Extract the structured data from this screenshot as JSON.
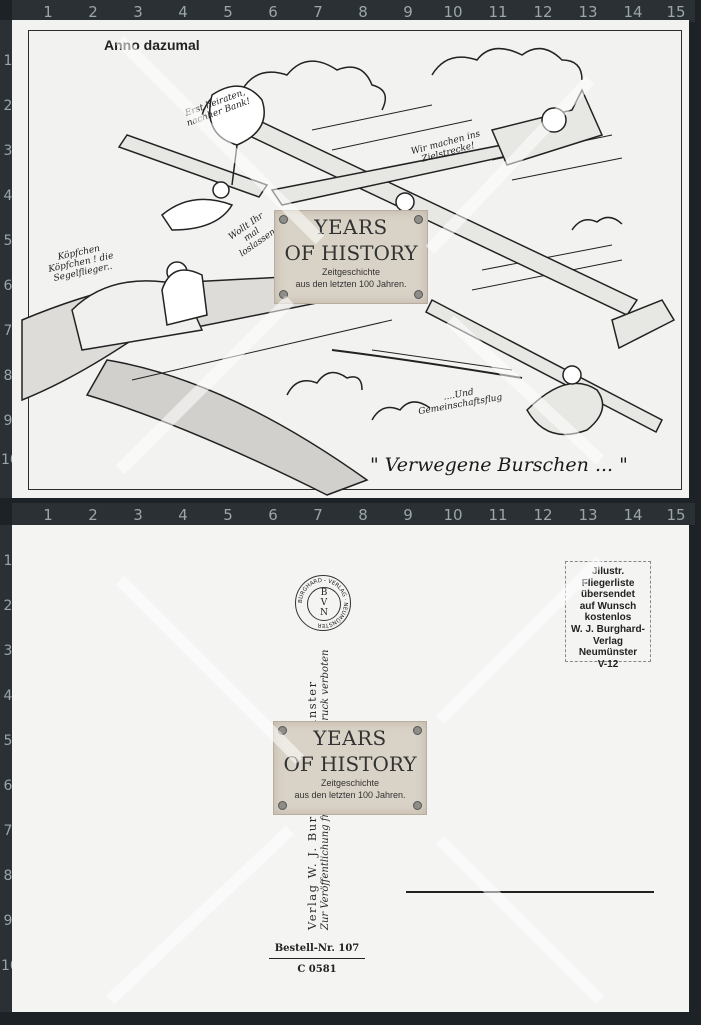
{
  "ruler": {
    "top_numbers": [
      "1",
      "2",
      "3",
      "4",
      "5",
      "6",
      "7",
      "8",
      "9",
      "10",
      "11",
      "12",
      "13",
      "14",
      "15"
    ],
    "side_numbers": [
      "1",
      "2",
      "3",
      "4",
      "5",
      "6",
      "7",
      "8",
      "9",
      "10"
    ]
  },
  "front": {
    "header": "Anno dazumal",
    "caption": "\" Verwegene Burschen ... \"",
    "bubbles": {
      "balloon": "Erst heiraten, nachher Bank!",
      "wir_machen": "Wir machen ins Zielstrecke!",
      "koepfchen": "Köpfchen Köpfchen ! die Segelflieger..",
      "wollt_ihr": "Wollt Ihr mal loslassen",
      "gemeinschaft": "....Und Gemeinschaftsflug"
    }
  },
  "watermark": {
    "line1": "YEARS",
    "line2": "OF HISTORY",
    "line3": "Zeitgeschichte",
    "line4": "aus den letzten 100 Jahren."
  },
  "back": {
    "seal": {
      "ring": "BURGHARD - VERLAG · NEUMÜNSTER",
      "center_top": "B",
      "center_mid": "V",
      "center_bot": "N"
    },
    "vertical_line1": "Verlag  W. J. Burghard  Neumünster",
    "vertical_line2": "Zur Veröffentlichung freigegeben.  Nachdruck verboten",
    "infobox": [
      "Jllustr.",
      "Fliegerliste",
      "übersendet",
      "auf Wunsch",
      "kostenlos",
      "W. J. Burghard-",
      "Verlag",
      "Neumünster",
      "V-12"
    ],
    "bestell": "Bestell-Nr. 107",
    "code": "C 0581"
  }
}
